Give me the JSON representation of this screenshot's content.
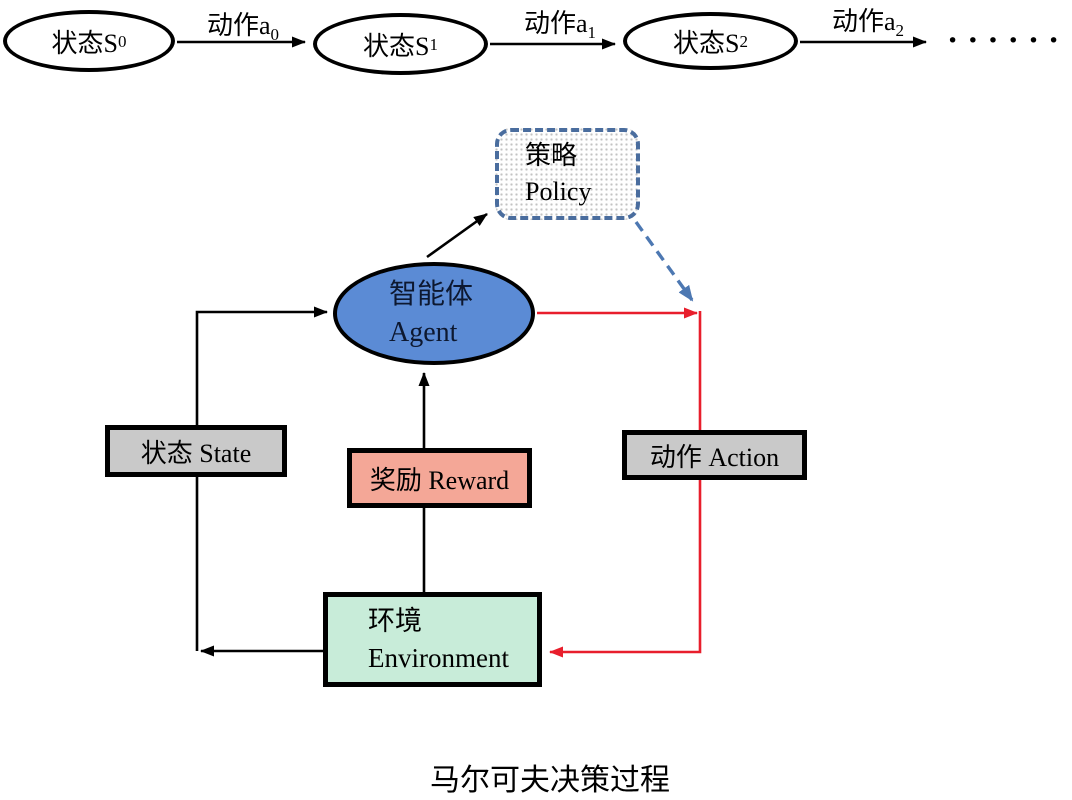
{
  "title": "马尔可夫决策过程",
  "top_chain": {
    "states": [
      {
        "text": "状态S",
        "sub": "0"
      },
      {
        "text": "状态S",
        "sub": "1"
      },
      {
        "text": "状态S",
        "sub": "2"
      }
    ],
    "actions": [
      {
        "text": "动作a",
        "sub": "0"
      },
      {
        "text": "动作a",
        "sub": "1"
      },
      {
        "text": "动作a",
        "sub": "2"
      }
    ],
    "ellipsis": "••••••"
  },
  "nodes": {
    "policy": {
      "line1": "策略",
      "line2": "Policy"
    },
    "agent": {
      "line1": "智能体",
      "line2": "Agent"
    },
    "state": {
      "label": "状态 State"
    },
    "reward": {
      "label": "奖励 Reward"
    },
    "action": {
      "label": "动作 Action"
    },
    "environment": {
      "line1": "环境",
      "line2": "Environment"
    }
  },
  "colors": {
    "line_black": "#000000",
    "red_arrow": "#e81e2c",
    "policy_arrow_blue": "#4d78b2",
    "policy_border_blue": "#4a6d9e",
    "agent_fill": "#5b8bd5",
    "state_fill": "#c9c9c9",
    "action_fill": "#c9c9c9",
    "reward_fill": "#f4a797",
    "environment_fill": "#c8ecd9"
  }
}
